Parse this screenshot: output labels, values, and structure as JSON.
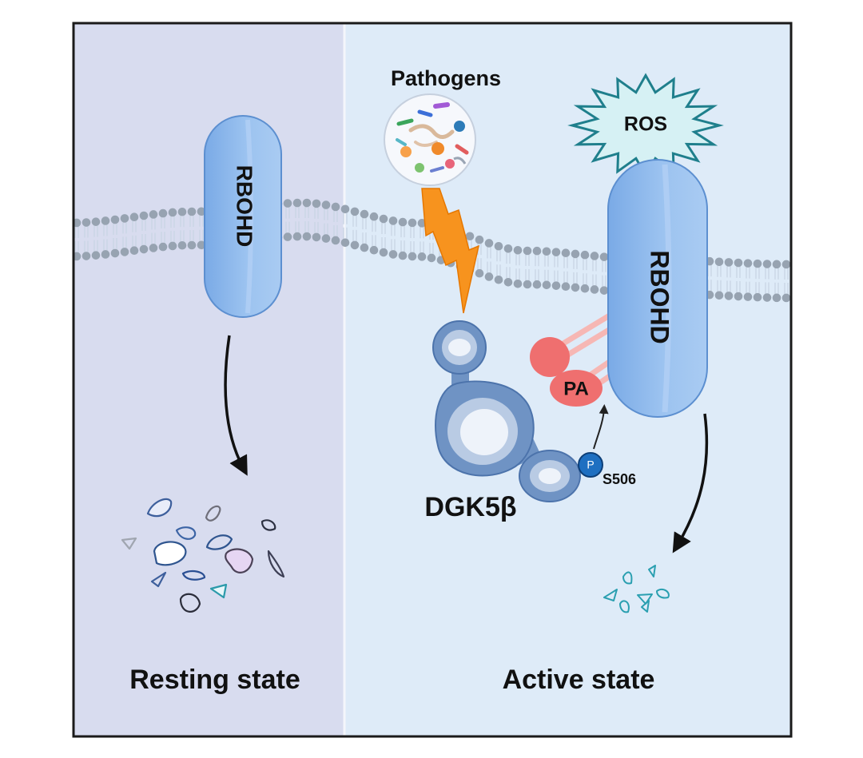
{
  "panels": {
    "resting": {
      "caption": "Resting state"
    },
    "active": {
      "caption": "Active state"
    }
  },
  "labels": {
    "pathogens": "Pathogens",
    "ros": "ROS",
    "rbohd_resting": "RBOHD",
    "rbohd_active": "RBOHD",
    "pa": "PA",
    "dgk": "DGK5β",
    "phospho": "P",
    "site": "S506"
  },
  "colors": {
    "resting_bg": "#d8dcef",
    "active_bg": "#deebf8",
    "rbohd": "#8fb9ec",
    "lipid_head": "#97a3b1",
    "dgk": "#6f93c4",
    "pa": "#ee7070",
    "ros_fill": "#d6f1f4",
    "ros_stroke": "#1f7f8c",
    "lightning": "#f7931e"
  },
  "icons": {
    "pathogens": "pathogen-microbes-icon",
    "lightning": "lightning-bolt-icon",
    "ros_burst": "starburst-icon",
    "degradation": "protein-fragments-icon"
  }
}
